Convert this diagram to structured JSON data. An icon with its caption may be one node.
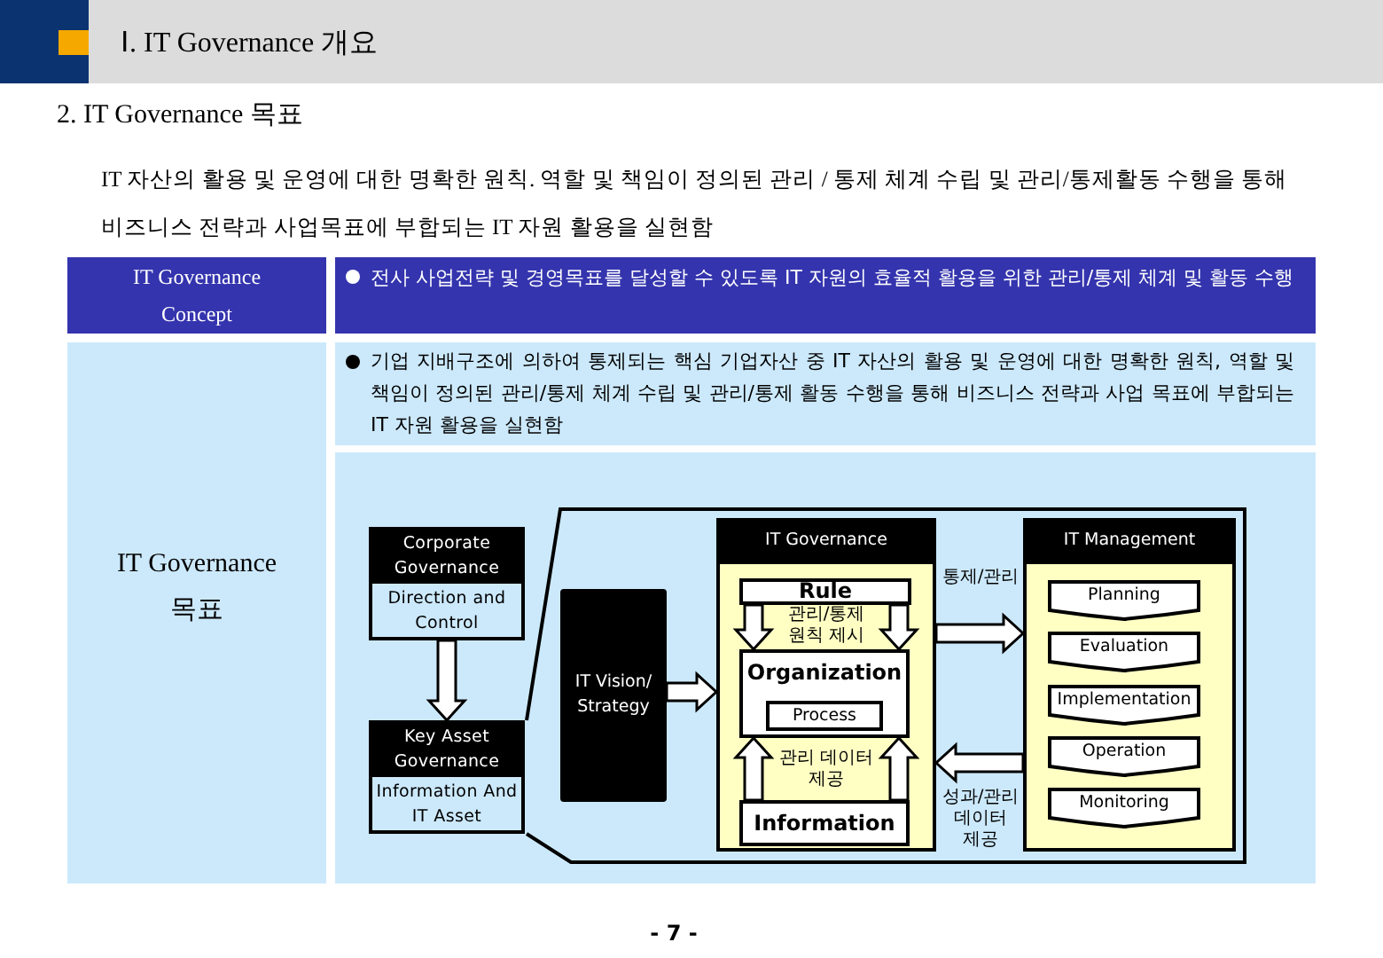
{
  "diagram": {
    "title": "Ⅰ. IT Governance 개요",
    "nodes": [
      {
        "text": [
          "IT Governance Concept"
        ]
      },
      {
        "text": [
          "전사 사업전략 및 경영목표를 달성할 수 있도록 IT 자원의 효율적 활용을 위한 관리/통제 체계 및 활동 수행"
        ]
      },
      {
        "text": [
          "IT Governance 목표"
        ]
      },
      {
        "text": [
          "기업 지배구조에 의하여 통제되는 핵심 기업자산 중 IT 자산의 활용 및 운영에 대한 명확한 원칙, 역할 및 책임이 정의된 관리/통제 체계 수립 및 관리/통제 활동 수행을 통해 비즈니스 전략과 사업 목표에 부합되는 IT 자원 활용을 실현함"
        ]
      },
      {
        "text": [],
        "shape": "box"
      },
      {
        "text": [
          "Corporate Governance",
          "Direction and Control"
        ],
        "in": 4
      },
      {
        "text": [
          "Key Asset Governance",
          "Information And IT Asset"
        ],
        "in": 4
      },
      {
        "text": [
          "IT Vision/ Strategy"
        ],
        "in": 4
      },
      {
        "text": [
          "IT Governance"
        ],
        "in": 4
      },
      {
        "text": [
          "Rule"
        ],
        "in": 8
      },
      {
        "text": [
          "Organization"
        ],
        "in": 8
      },
      {
        "text": [
          "Process"
        ],
        "in": 10
      },
      {
        "text": [
          "Information"
        ],
        "in": 8
      },
      {
        "text": [
          "IT Management"
        ],
        "in": 4
      },
      {
        "text": [
          "Planning"
        ],
        "in": 13
      },
      {
        "text": [
          "Evaluation"
        ],
        "in": 13
      },
      {
        "text": [
          "Implementation"
        ],
        "in": 13
      },
      {
        "text": [
          "Operation"
        ],
        "in": 13
      },
      {
        "text": [
          "Monitoring"
        ],
        "in": 13
      }
    ],
    "edges": [
      {
        "from": 5,
        "to": 6,
        "arrow": "to"
      },
      {
        "from": 7,
        "to": 8,
        "arrow": "to"
      },
      {
        "from": 9,
        "to": 10,
        "arrow": "to"
      },
      {
        "from": 9,
        "to": 10,
        "arrow": "to"
      },
      {
        "from": 12,
        "to": 10,
        "arrow": "to"
      },
      {
        "from": 12,
        "to": 10,
        "arrow": "to"
      },
      {
        "from": 8,
        "to": 13,
        "arrow": "to",
        "label": "통제/관리"
      },
      {
        "from": 13,
        "to": 8,
        "arrow": "to",
        "label": "성과/관리 데이터 제공"
      }
    ],
    "labels": [
      "2. IT Governance 목표",
      "IT 자산의 활용 및 운영에 대한 명확한 원칙. 역할 및 책임이 정의된 관리 / 통제 체계 수립 및 관리/통제활동 수행을 통해 비즈니스 전략과 사업목표에 부합되는 IT 자원 활용을 실현함",
      "관리/통제 원칙 제시",
      "관리 데이터 제공",
      "- 7 -"
    ]
  }
}
